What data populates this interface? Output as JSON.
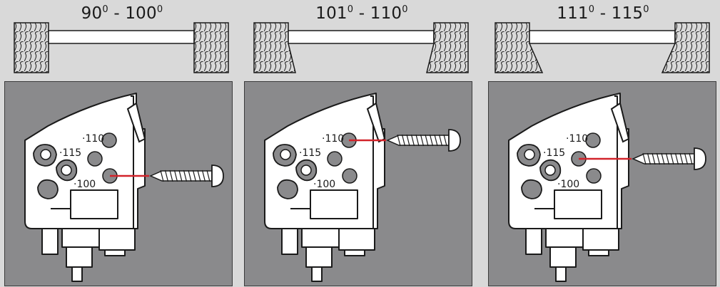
{
  "panels": [
    {
      "title_low": "90",
      "title_sep": " - ",
      "title_high": "100",
      "degree": "0",
      "labels": {
        "l110": "·110",
        "l115": "·115",
        "l100": "·100"
      },
      "selected": "100"
    },
    {
      "title_low": "101",
      "title_sep": " - ",
      "title_high": "110",
      "degree": "0",
      "labels": {
        "l110": "·110",
        "l115": "·115",
        "l100": "·100"
      },
      "selected": "110"
    },
    {
      "title_low": "111",
      "title_sep": " - ",
      "title_high": "115",
      "degree": "0",
      "labels": {
        "l110": "·110",
        "l115": "·115",
        "l100": "·100"
      },
      "selected": "115"
    }
  ],
  "colors": {
    "indicator_line": "#d2232a",
    "panel_bg": "#8a8a8c",
    "page_bg": "#d9d9d9"
  }
}
